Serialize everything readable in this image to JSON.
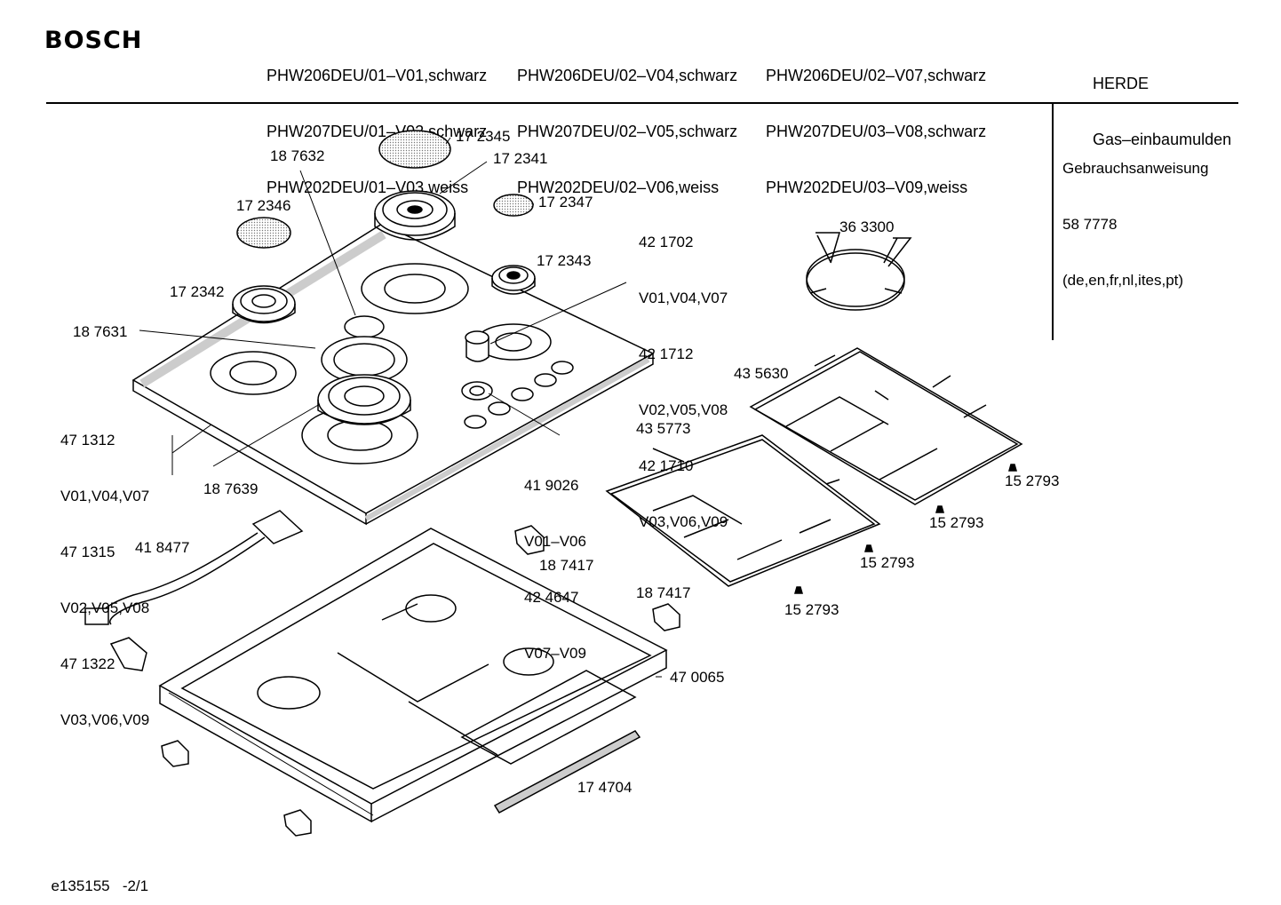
{
  "header": {
    "brand": "BOSCH",
    "models_col1": [
      "PHW206DEU/01–V01,schwarz",
      "PHW207DEU/01–V02,schwarz",
      "PHW202DEU/01–V03,weiss"
    ],
    "models_col2": [
      "PHW206DEU/02–V04,schwarz",
      "PHW207DEU/02–V05,schwarz",
      "PHW202DEU/02–V06,weiss"
    ],
    "models_col3": [
      "PHW206DEU/02–V07,schwarz",
      "PHW207DEU/03–V08,schwarz",
      "PHW202DEU/03–V09,weiss"
    ],
    "category": "HERDE",
    "subcategory": "Gas–einbaumulden"
  },
  "manual": {
    "title": "Gebrauchsanweisung",
    "number": "58 7778",
    "languages": "(de,en,fr,nl,ites,pt)"
  },
  "footer": {
    "doc_id": "e135155",
    "page": "-2/1"
  },
  "parts": {
    "p172345": "17 2345",
    "p187632": "18 7632",
    "p172341": "17 2341",
    "p172346": "17 2346",
    "p172347": "17 2347",
    "p421702": "42 1702",
    "v01v04v07_a": "V01,V04,V07",
    "p421712": "42 1712",
    "v02v05v08_a": "V02,V05,V08",
    "p421710": "42 1710",
    "v03v06v09_a": "V03,V06,V09",
    "p172343": "17 2343",
    "p363300": "36 3300",
    "p172342": "17 2342",
    "p187631": "18 7631",
    "p435630": "43 5630",
    "p471312": "47 1312",
    "v01v04v07_b": "V01,V04,V07",
    "p471315": "47 1315",
    "v02v05v08_b": "V02,V05,V08",
    "p471322": "47 1322",
    "v03v06v09_b": "V03,V06,V09",
    "p187639": "18 7639",
    "p419026": "41 9026",
    "v01v06": "V01–V06",
    "p424647": "42 4647",
    "v07v09": "V07–V09",
    "p435773": "43 5773",
    "p152793_a": "15 2793",
    "p152793_b": "15 2793",
    "p152793_c": "15 2793",
    "p152793_d": "15 2793",
    "p418477": "41 8477",
    "p187417_a": "18 7417",
    "p187417_b": "18 7417",
    "p470065": "47 0065",
    "p174704": "17 4704"
  }
}
